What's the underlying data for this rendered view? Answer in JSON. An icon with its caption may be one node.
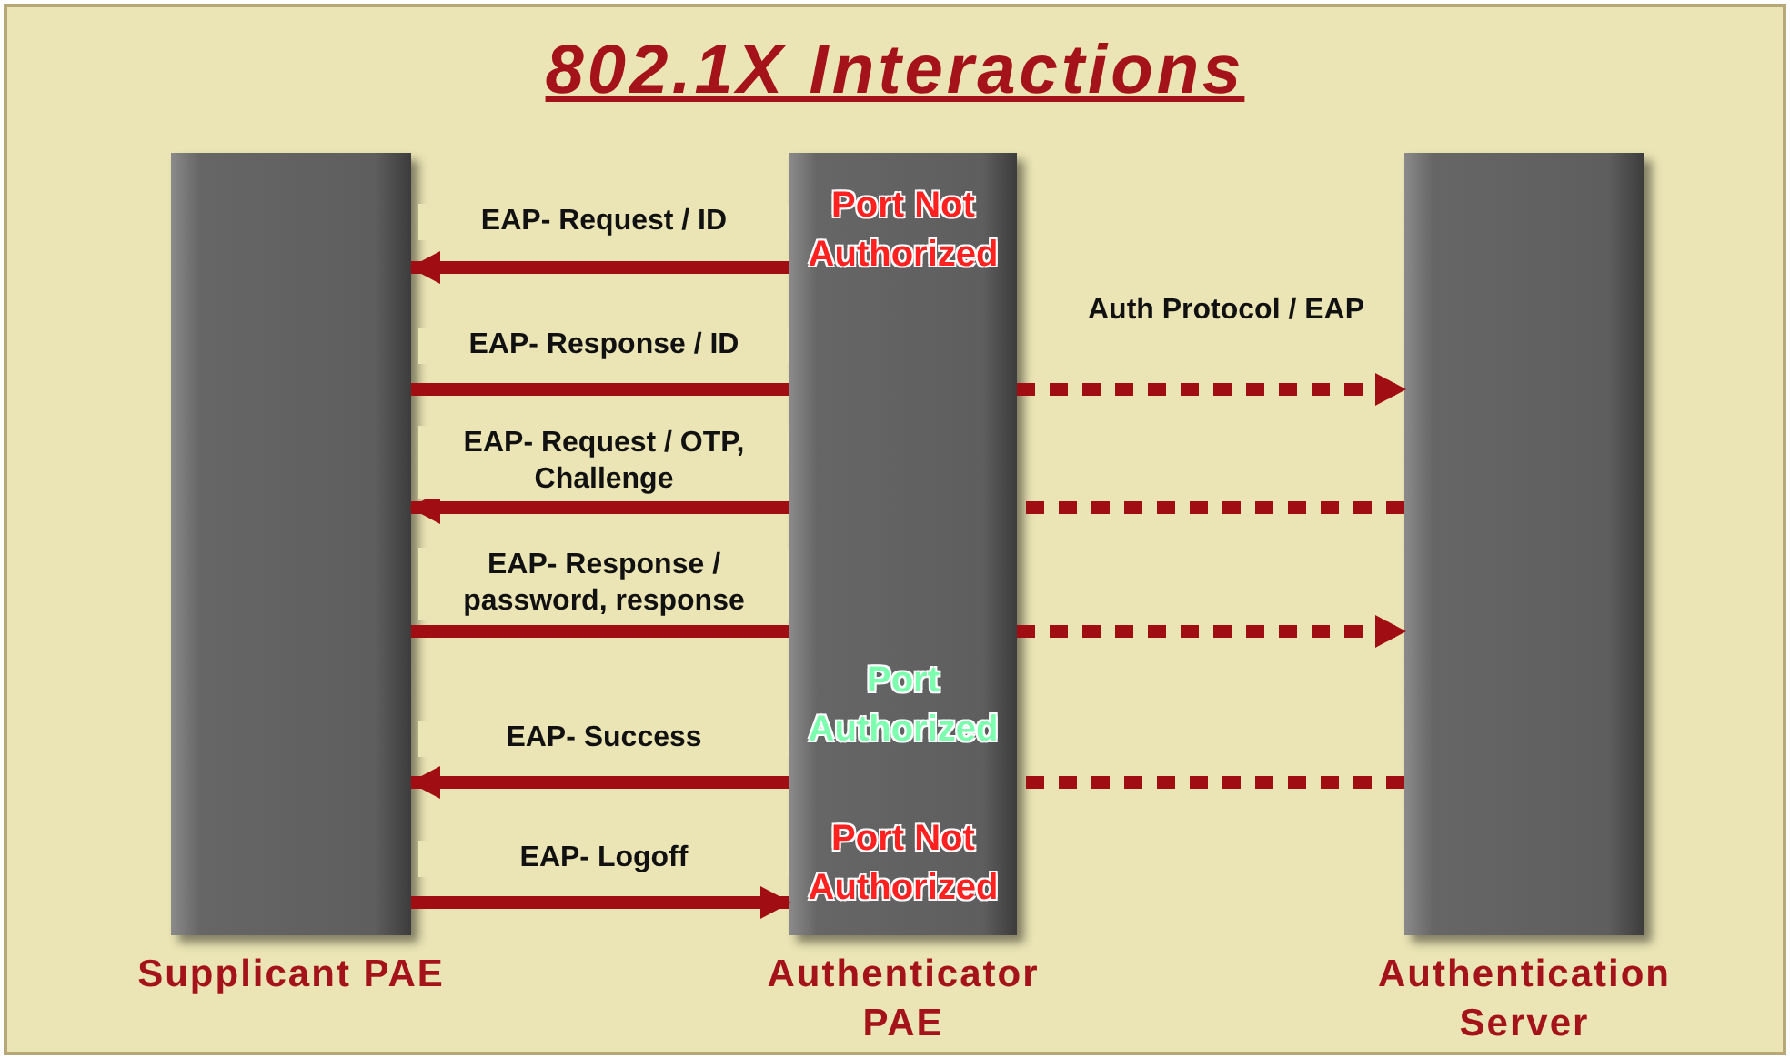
{
  "diagram": {
    "title": "802.1X Interactions",
    "nodes": [
      {
        "text": [
          "Supplicant PAE"
        ]
      },
      {
        "text": [
          "Authenticator PAE"
        ]
      },
      {
        "text": [
          "Authentication Server"
        ]
      }
    ],
    "edges": [
      {
        "from": 1,
        "to": 0,
        "arrow": "to",
        "label": "EAP- Request / ID"
      },
      {
        "from": 0,
        "to": 1,
        "arrow": "none",
        "label": "EAP- Response / ID"
      },
      {
        "from": 1,
        "to": 2,
        "arrow": "to",
        "style": "dashed"
      },
      {
        "from": 2,
        "to": 1,
        "arrow": "none",
        "style": "dashed"
      },
      {
        "from": 1,
        "to": 0,
        "arrow": "to",
        "label": "EAP- Request / OTP, Challenge"
      },
      {
        "from": 0,
        "to": 1,
        "arrow": "none",
        "label": "EAP- Response / password, response"
      },
      {
        "from": 1,
        "to": 2,
        "arrow": "to",
        "style": "dashed"
      },
      {
        "from": 2,
        "to": 1,
        "arrow": "none",
        "style": "dashed"
      },
      {
        "from": 1,
        "to": 0,
        "arrow": "to",
        "label": "EAP- Success"
      },
      {
        "from": 0,
        "to": 1,
        "arrow": "to",
        "label": "EAP- Logoff"
      }
    ],
    "labels": [
      "Port Not Authorized",
      "Auth Protocol / EAP",
      "Port Authorized",
      "Port Not Authorized"
    ]
  }
}
